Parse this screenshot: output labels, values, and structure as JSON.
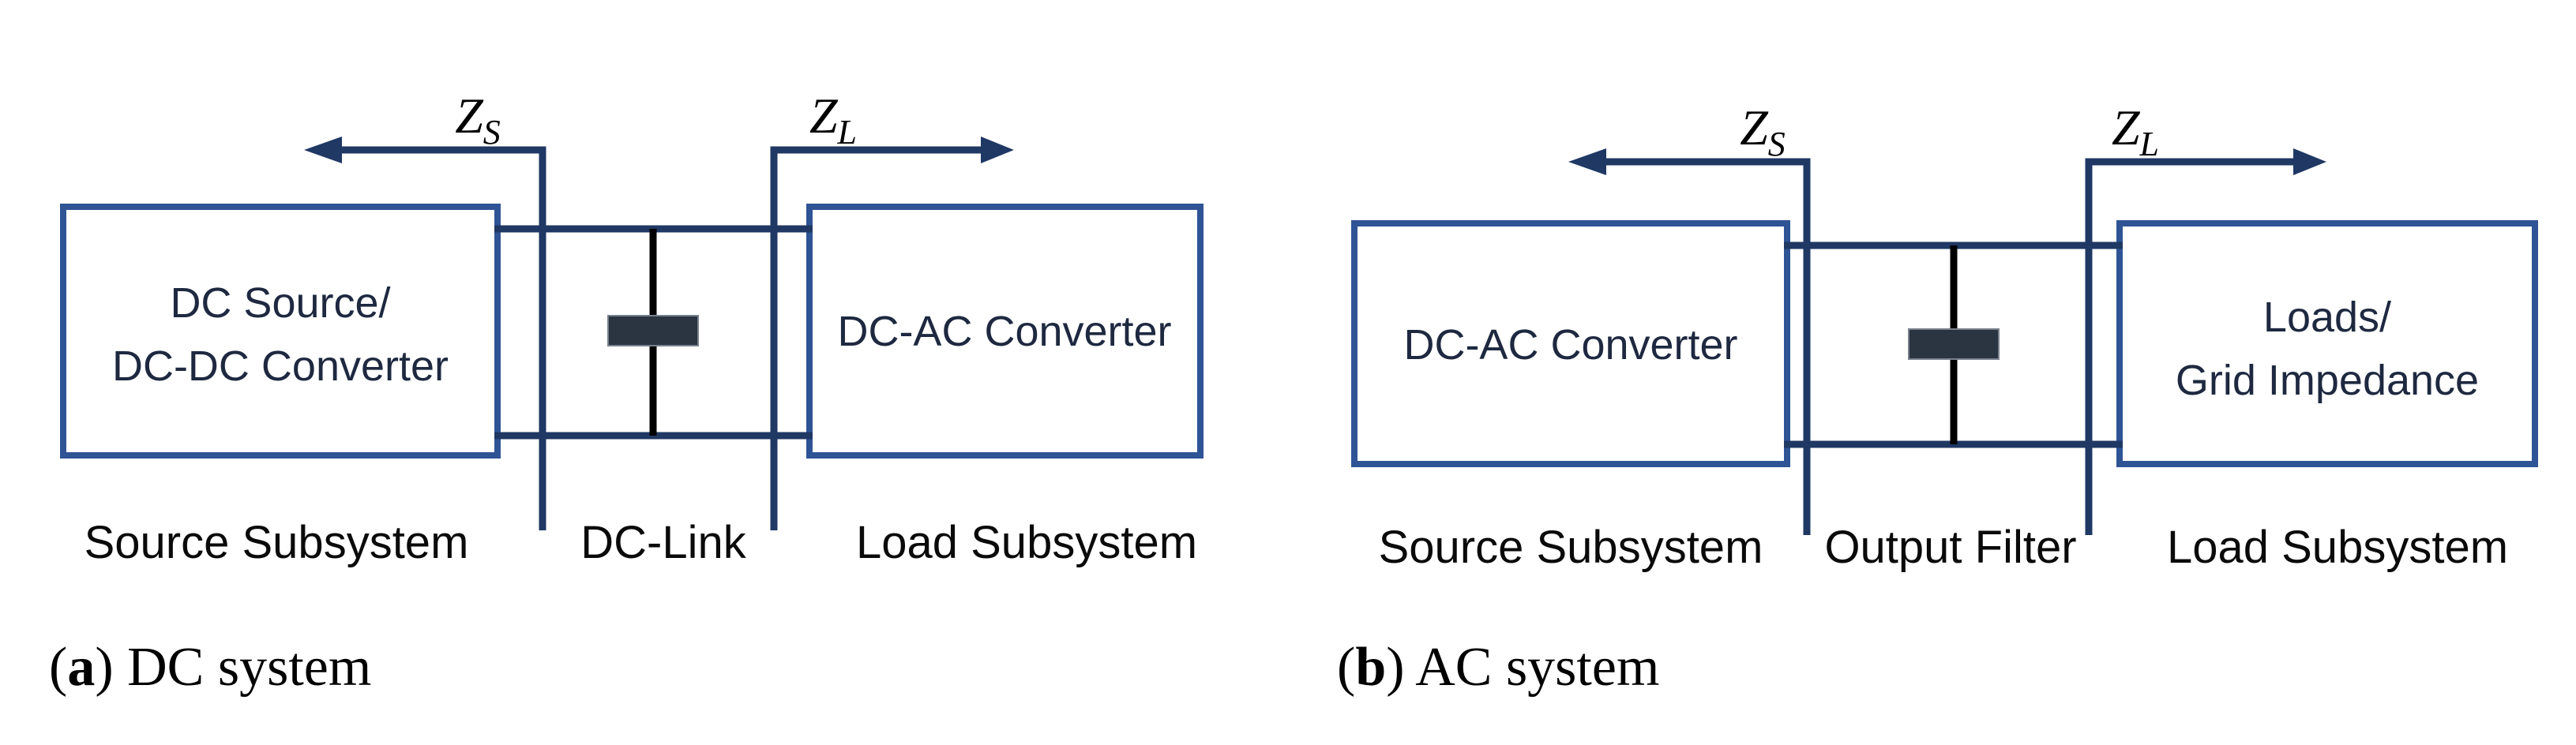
{
  "colors": {
    "background": "#ffffff",
    "box_border": "#2f5496",
    "wire": "#1f3864",
    "capacitor_body": "#2b3542",
    "capacitor_line": "#000000",
    "box_text": "#1e2940",
    "label_text": "#0a0a0a",
    "caption_text": "#000000"
  },
  "a": {
    "z_source": {
      "symbol": "Z",
      "subscript": "S"
    },
    "z_load": {
      "symbol": "Z",
      "subscript": "L"
    },
    "source_box": {
      "line1": "DC Source/",
      "line2": "DC-DC Converter"
    },
    "load_box": {
      "line1": "DC-AC Converter"
    },
    "labels": {
      "source": "Source Subsystem",
      "middle": "DC-Link",
      "load": "Load Subsystem"
    },
    "caption": {
      "open": "(",
      "marker": "a",
      "rest": ") DC system"
    }
  },
  "b": {
    "z_source": {
      "symbol": "Z",
      "subscript": "S"
    },
    "z_load": {
      "symbol": "Z",
      "subscript": "L"
    },
    "source_box": {
      "line1": "DC-AC Converter"
    },
    "load_box": {
      "line1": "Loads/",
      "line2": "Grid Impedance"
    },
    "labels": {
      "source": "Source Subsystem",
      "middle": "Output Filter",
      "load": "Load Subsystem"
    },
    "caption": {
      "open": "(",
      "marker": "b",
      "rest": ") AC system"
    }
  }
}
